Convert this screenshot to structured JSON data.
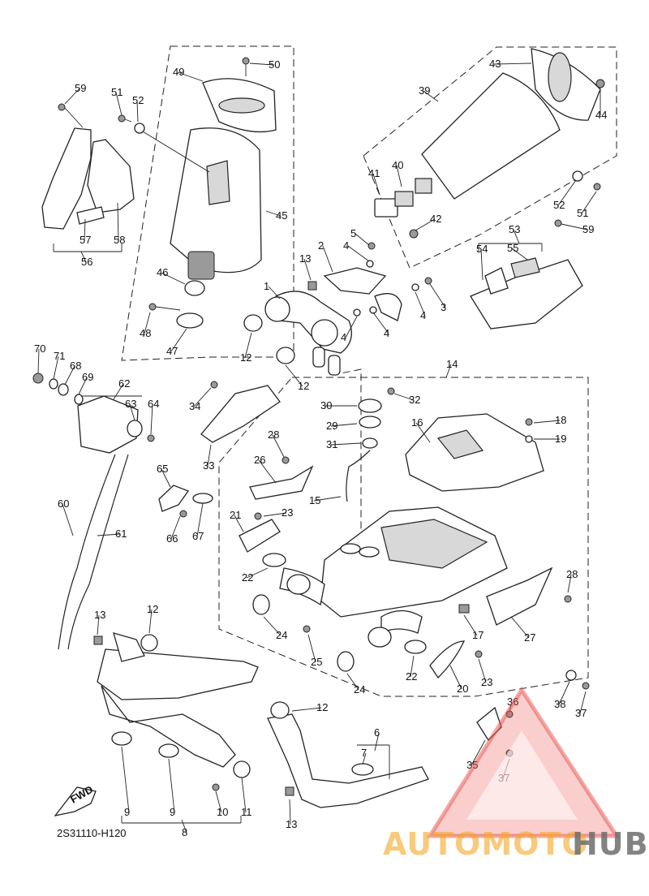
{
  "diagram": {
    "reference_code": "2S31110-H120",
    "fwd_label": "FWD",
    "callouts": [
      "1",
      "2",
      "3",
      "4",
      "5",
      "6",
      "7",
      "8",
      "9",
      "10",
      "11",
      "12",
      "13",
      "14",
      "15",
      "16",
      "17",
      "18",
      "19",
      "20",
      "21",
      "22",
      "23",
      "24",
      "25",
      "26",
      "27",
      "28",
      "29",
      "30",
      "31",
      "32",
      "33",
      "34",
      "35",
      "36",
      "37",
      "38",
      "39",
      "40",
      "41",
      "42",
      "43",
      "44",
      "45",
      "46",
      "47",
      "48",
      "49",
      "50",
      "51",
      "52",
      "53",
      "54",
      "55",
      "56",
      "57",
      "58",
      "59",
      "60",
      "61",
      "62",
      "63",
      "64",
      "65",
      "66",
      "67",
      "68",
      "69",
      "70",
      "71"
    ]
  },
  "watermark": {
    "text_orange": "AUTOMOTO",
    "text_gray": "HUB",
    "colors": {
      "orange": "#f5a623",
      "gray": "#6d6d6d",
      "red": "#e8504a"
    }
  }
}
